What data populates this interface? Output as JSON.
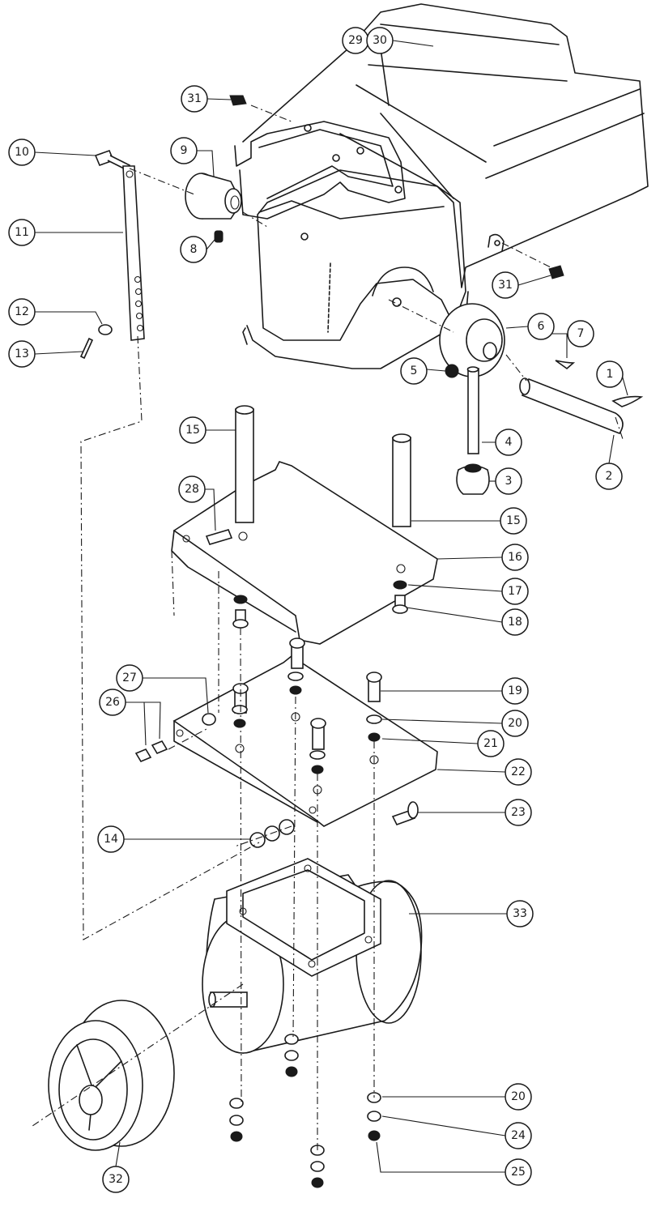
{
  "callouts": [
    {
      "id": "c1",
      "label": "1"
    },
    {
      "id": "c2",
      "label": "2"
    },
    {
      "id": "c3",
      "label": "3"
    },
    {
      "id": "c4",
      "label": "4"
    },
    {
      "id": "c5",
      "label": "5"
    },
    {
      "id": "c6",
      "label": "6"
    },
    {
      "id": "c7",
      "label": "7"
    },
    {
      "id": "c8",
      "label": "8"
    },
    {
      "id": "c9",
      "label": "9"
    },
    {
      "id": "c10",
      "label": "10"
    },
    {
      "id": "c11",
      "label": "11"
    },
    {
      "id": "c12",
      "label": "12"
    },
    {
      "id": "c13",
      "label": "13"
    },
    {
      "id": "c14",
      "label": "14"
    },
    {
      "id": "c15a",
      "label": "15"
    },
    {
      "id": "c15b",
      "label": "15"
    },
    {
      "id": "c16",
      "label": "16"
    },
    {
      "id": "c17",
      "label": "17"
    },
    {
      "id": "c18",
      "label": "18"
    },
    {
      "id": "c19",
      "label": "19"
    },
    {
      "id": "c20a",
      "label": "20"
    },
    {
      "id": "c20b",
      "label": "20"
    },
    {
      "id": "c21",
      "label": "21"
    },
    {
      "id": "c22",
      "label": "22"
    },
    {
      "id": "c23",
      "label": "23"
    },
    {
      "id": "c24",
      "label": "24"
    },
    {
      "id": "c25",
      "label": "25"
    },
    {
      "id": "c26",
      "label": "26"
    },
    {
      "id": "c27",
      "label": "27"
    },
    {
      "id": "c28",
      "label": "28"
    },
    {
      "id": "c29",
      "label": "29"
    },
    {
      "id": "c30",
      "label": "30"
    },
    {
      "id": "c31a",
      "label": "31"
    },
    {
      "id": "c31b",
      "label": "31"
    },
    {
      "id": "c32",
      "label": "32"
    },
    {
      "id": "c33",
      "label": "33"
    }
  ],
  "colors": {
    "ink": "#1a1a1a",
    "paper": "#ffffff"
  }
}
